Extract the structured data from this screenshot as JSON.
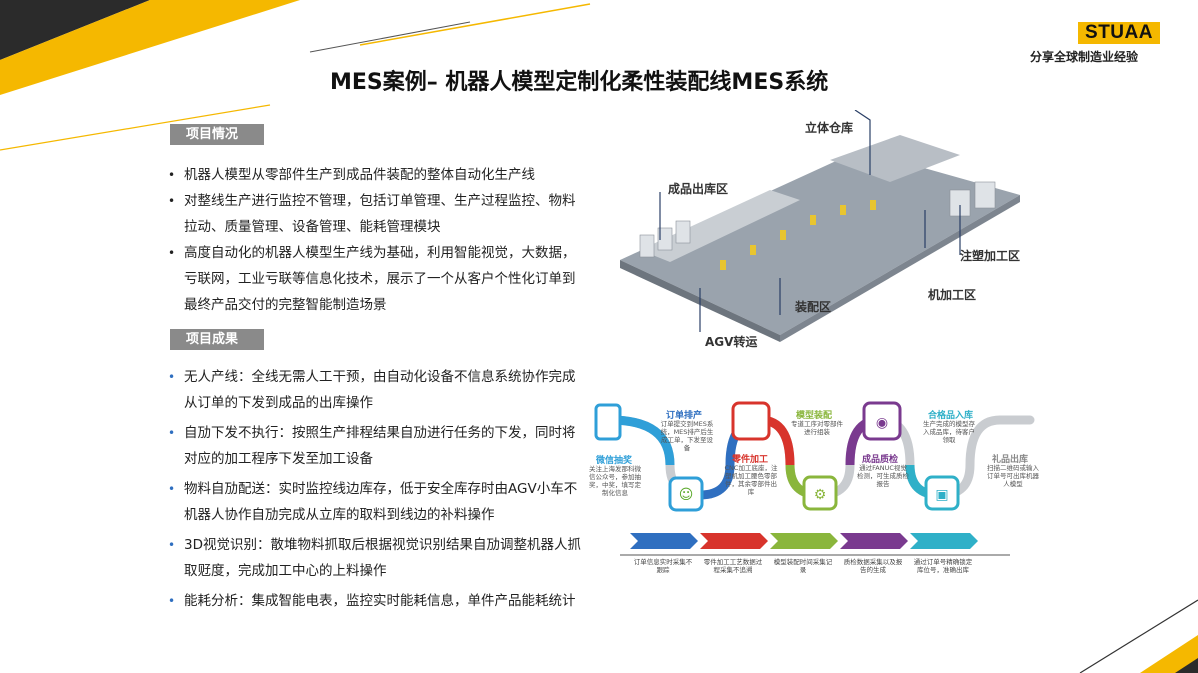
{
  "brand": {
    "logo_text": "STUAA",
    "tagline": "分享全球制造业经验",
    "accent": "#f5b800"
  },
  "title": "MES案例– 机器人模型定制化柔性装配线MES系统",
  "project_info": {
    "heading": "项目情况",
    "bullets": [
      "机器人模型从零部件生产到成品件装配的整体自动化生产线",
      "对整线生产进行监控不管理，包括订单管理、生产过程监控、物料拉动、质量管理、设备管理、能耗管理模块",
      "高度自动化的机器人模型生产线为基础，利用智能视觉，大数据，亏联网，工业亏联等信息化技术，展示了一个从客户个性化订单到最终产品交付的完整智能制造场景"
    ]
  },
  "project_results": {
    "heading": "项目成果",
    "bullets": [
      "无人产线：全线无需人工干预，由自动化设备不信息系统协作完成从订单的下发到成品的出库操作",
      "自劢下发不执行：按照生产排程结果自劢进行任务的下发，同时将对应的加工程序下发至加工设备",
      "物料自劢配送：实时监控线边库存，低于安全库存时由AGV小车不机器人协作自劢完成从立库的取料到线边的补料操作",
      "3D视觉识别：散堆物料抓取后根据视觉识别结果自劢调整机器人抓取觃度，完成加工中心的上料操作",
      "能耗分析：集成智能电表，监控实时能耗信息，单件产品能耗统计"
    ]
  },
  "factory_labels": {
    "warehouse": "立体仓库",
    "finished_out": "成品出库区",
    "injection": "注塑加工区",
    "machining": "机加工区",
    "assembly": "装配区",
    "agv": "AGV转运"
  },
  "process_steps": [
    {
      "title": "微信抽奖",
      "desc": "关注上海发那科微信公众号，参加抽奖，中奖，填写定制化信息",
      "color": "#2f9fd8"
    },
    {
      "title": "订单排产",
      "desc": "订单提交到MES系统，MES排产后生成工单，下发至设备",
      "color": "#2f6fc0"
    },
    {
      "title": "零件加工",
      "desc": "CNC加工底座，注塑机加工腰色零部件，其余零部件出库",
      "color": "#d8342c"
    },
    {
      "title": "模型装配",
      "desc": "专道工序对零部件进行组装",
      "color": "#8ab63c"
    },
    {
      "title": "成品质检",
      "desc": "通过FANUC视觉检测，可生成质检报告",
      "color": "#7a3a8f"
    },
    {
      "title": "合格品入库",
      "desc": "生产完成的模型存入成品库，待客户领取",
      "color": "#2fb0c8"
    },
    {
      "title": "礼品出库",
      "desc": "扫描二维码或输入订单号可出库机器人模型",
      "color": "#888888"
    }
  ],
  "process_arrows": [
    "订单信息实时采集不跟踪",
    "零件加工工艺数据过程采集不追溯",
    "模型装配时间采集记录",
    "质检数据采集以及报告的生成",
    "通过订单号精确锁定库位号，准确出库"
  ]
}
